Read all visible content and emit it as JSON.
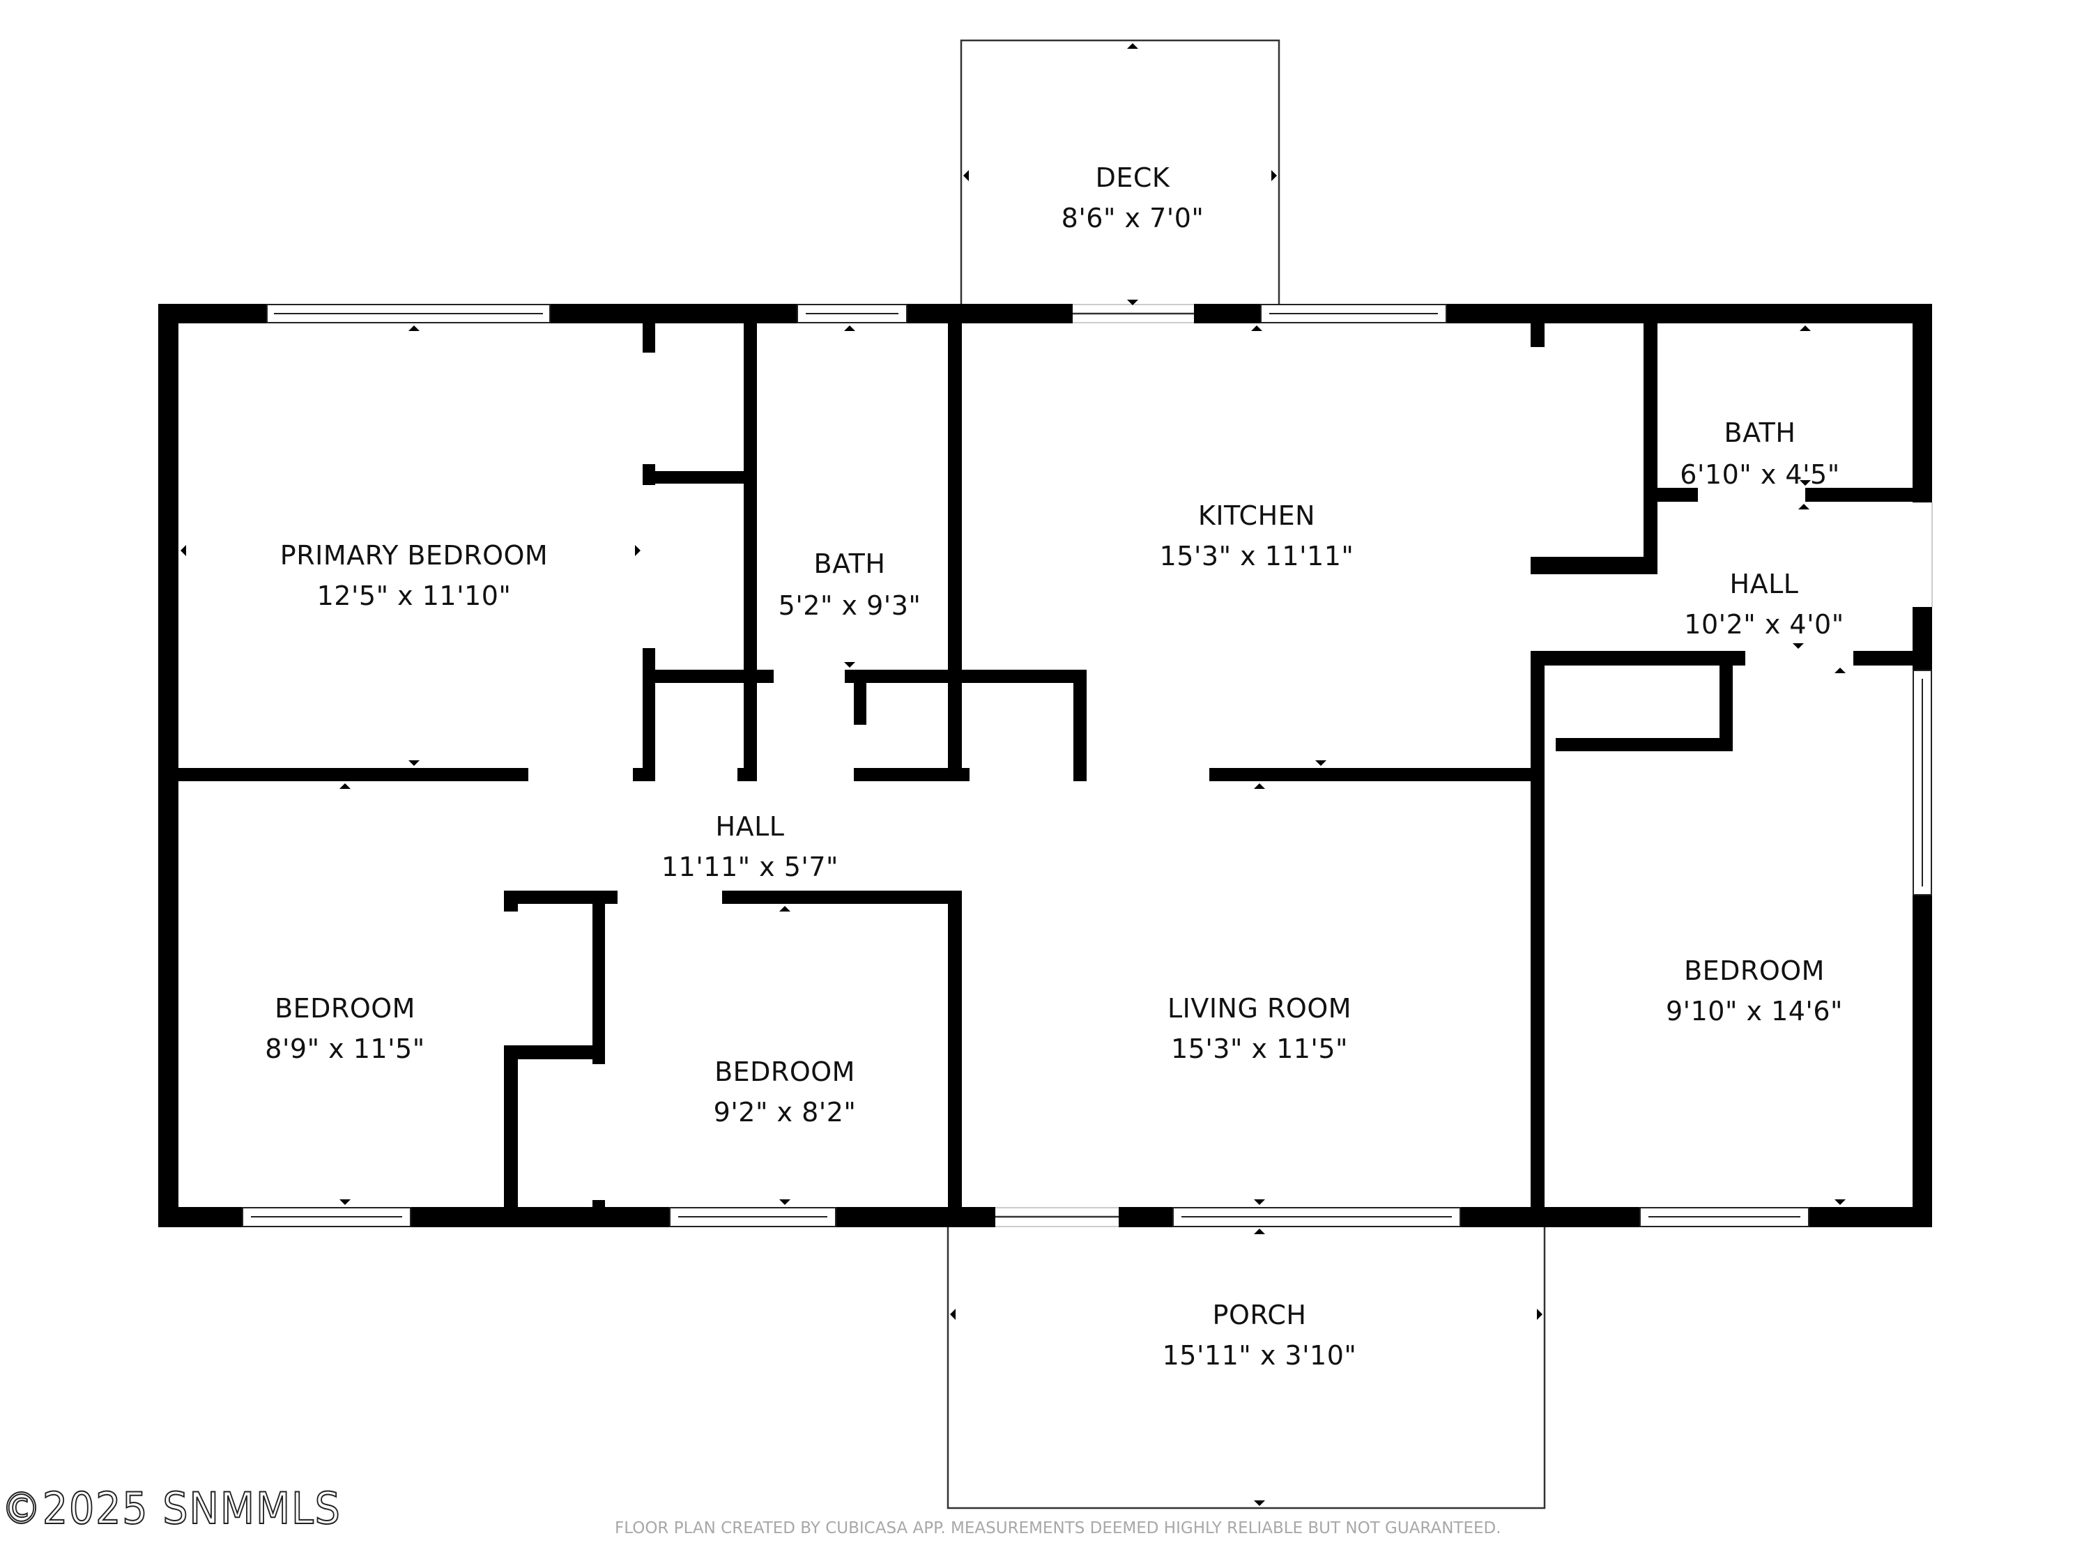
{
  "plan": {
    "rooms": [
      {
        "id": "deck",
        "name": "DECK",
        "size": "8'6\" x 7'0\""
      },
      {
        "id": "primary_bedroom",
        "name": "PRIMARY BEDROOM",
        "size": "12'5\" x 11'10\""
      },
      {
        "id": "bath_center",
        "name": "BATH",
        "size": "5'2\" x 9'3\""
      },
      {
        "id": "kitchen",
        "name": "KITCHEN",
        "size": "15'3\" x 11'11\""
      },
      {
        "id": "bath_right",
        "name": "BATH",
        "size": "6'10\" x 4'5\""
      },
      {
        "id": "hall_right",
        "name": "HALL",
        "size": "10'2\" x 4'0\""
      },
      {
        "id": "hall_center",
        "name": "HALL",
        "size": "11'11\" x 5'7\""
      },
      {
        "id": "bedroom_left",
        "name": "BEDROOM",
        "size": "8'9\" x 11'5\""
      },
      {
        "id": "bedroom_middle",
        "name": "BEDROOM",
        "size": "9'2\" x 8'2\""
      },
      {
        "id": "living_room",
        "name": "LIVING ROOM",
        "size": "15'3\" x 11'5\""
      },
      {
        "id": "bedroom_right",
        "name": "BEDROOM",
        "size": "9'10\" x 14'6\""
      },
      {
        "id": "porch",
        "name": "PORCH",
        "size": "15'11\" x 3'10\""
      }
    ]
  },
  "footer": {
    "watermark": "©2025 SNMMLS",
    "disclaimer": "FLOOR PLAN CREATED BY CUBICASA APP. MEASUREMENTS DEEMED HIGHLY RELIABLE BUT NOT GUARANTEED."
  },
  "colors": {
    "wall": "#000000",
    "background": "#ffffff",
    "disclaimer": "#a8a8a8"
  }
}
